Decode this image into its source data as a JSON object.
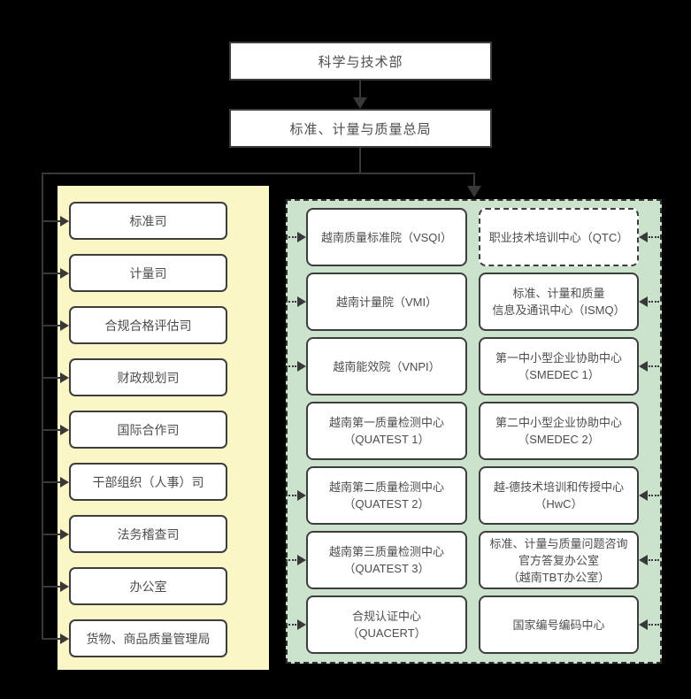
{
  "colors": {
    "background": "#000000",
    "box_fill": "#ffffff",
    "box_border": "#3d3d3d",
    "connector_line": "#383838",
    "text": "#4d4d4d",
    "left_panel_bg": "#faf6c6",
    "right_panel_bg": "#cbe2cc"
  },
  "top": {
    "ministry": "科学与技术部",
    "directorate": "标准、计量与质量总局"
  },
  "left_panel": {
    "items": [
      "标准司",
      "计量司",
      "合规合格评估司",
      "财政规划司",
      "国际合作司",
      "干部组织（人事）司",
      "法务稽查司",
      "办公室",
      "货物、商品质量管理局"
    ]
  },
  "right_panel": {
    "left_column": [
      "越南质量标准院（VSQI）",
      "越南计量院（VMI）",
      "越南能效院（VNPI）",
      "越南第一质量检测中心\n（QUATEST 1）",
      "越南第二质量检测中心\n（QUATEST 2）",
      "越南第三质量检测中心\n（QUATEST 3）",
      "合规认证中心\n（QUACERT）"
    ],
    "right_column": [
      "职业技术培训中心（QTC）",
      "标准、计量和质量\n信息及通讯中心（ISMQ）",
      "第一中小型企业协助中心\n（SMEDEC 1）",
      "第二中小型企业协助中心\n（SMEDEC 2）",
      "越-德技术培训和传授中心\n（HwC）",
      "标准、计量与质量问题咨询\n官方答复办公室\n（越南TBT办公室）",
      "国家编号编码中心"
    ]
  }
}
